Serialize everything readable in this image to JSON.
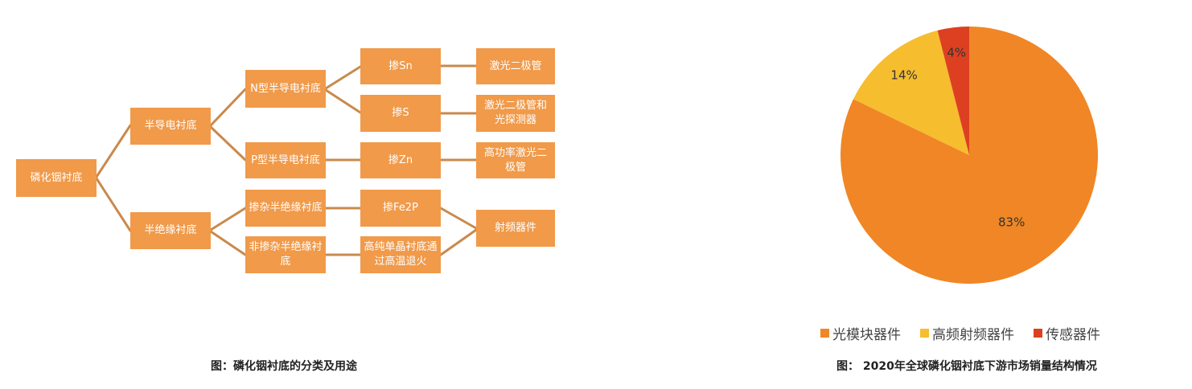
{
  "diagram": {
    "root": "磷化铟衬底",
    "level1": {
      "semiconductor": "半导电衬底",
      "semi_insulating": "半绝缘衬底"
    },
    "level2": {
      "n_type": "N型半导电衬底",
      "p_type": "P型半导电衬底",
      "doped_si": "掺杂半绝缘衬底",
      "undoped_si": "非掺杂半绝缘衬底"
    },
    "level3": {
      "sn": "掺Sn",
      "s": "掺S",
      "zn": "掺Zn",
      "fe2p": "掺Fe2P",
      "anneal": "高纯单晶衬底通过高温退火"
    },
    "level4": {
      "laser_diode": "激光二极管",
      "laser_detector": "激光二极管和光探测器",
      "hp_laser": "高功率激光二极管",
      "rf": "射频器件"
    },
    "caption": "图：磷化铟衬底的分类及用途"
  },
  "chart_data": {
    "type": "pie",
    "categories": [
      "光模块器件",
      "高频射频器件",
      "传感器件"
    ],
    "values": [
      83,
      14,
      4
    ],
    "labels": [
      "83%",
      "14%",
      "4%"
    ],
    "colors": [
      "#f08625",
      "#f6bd2f",
      "#dd4020"
    ],
    "legend_position": "bottom",
    "caption": "图： 2020年全球磷化铟衬底下游市场销量结构情况"
  },
  "colors": {
    "node": "#f09a4a",
    "connector": "#c98a4c"
  }
}
